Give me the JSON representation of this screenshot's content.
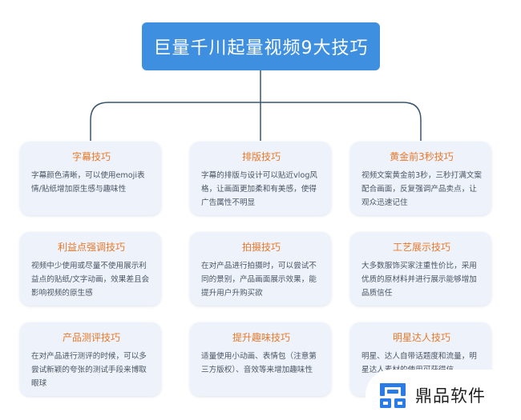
{
  "title": "巨量千川起量视频9大技巧",
  "cards": [
    {
      "title": "字幕技巧",
      "body": "字幕颜色清晰，可以使用emoji表情/贴纸增加原生感与趣味性"
    },
    {
      "title": "排版技巧",
      "body": "字幕的排版与设计可以贴近vlog风格，让画面更加柔和有美感，使得广告属性不明显"
    },
    {
      "title": "黄金前3秒技巧",
      "body": "视频文案黄金前3秒，三秒打满文案配合画面，反复强调产品卖点，让观众迅速记住"
    },
    {
      "title": "利益点强调技巧",
      "body": "视频中少使用或尽量不使用展示利益点的贴纸/文字动画，效果差且会影响视频的原生感"
    },
    {
      "title": "拍摄技巧",
      "body": "在对产品进行拍摄时，可以尝试不同的景别，产品画面展示效果，能提升用户升购买欲"
    },
    {
      "title": "工艺展示技巧",
      "body": "大多数服饰买家注重性价比，采用优质的原材料并进行展示能够增加品质信任"
    },
    {
      "title": "产品测评技巧",
      "body": "在对产品进行测评的时候，可以多尝试新颖的夸张的测试手段来博取眼球"
    },
    {
      "title": "提升趣味技巧",
      "body": "适量使用小动画、表情包（注意第三方版权）、音效等来增加趣味性"
    },
    {
      "title": "明星达人技巧",
      "body": "明星、达人自带话题度和流量，明星达人素材的使用可获得信"
    }
  ],
  "watermark": {
    "text": "鼎品软件",
    "brand_color": "#2b7be4"
  },
  "colors": {
    "title_bg": "#3f8fe0",
    "card_bg": "#eef3fb",
    "card_title": "#e8782a",
    "connector": "#3a5570"
  }
}
